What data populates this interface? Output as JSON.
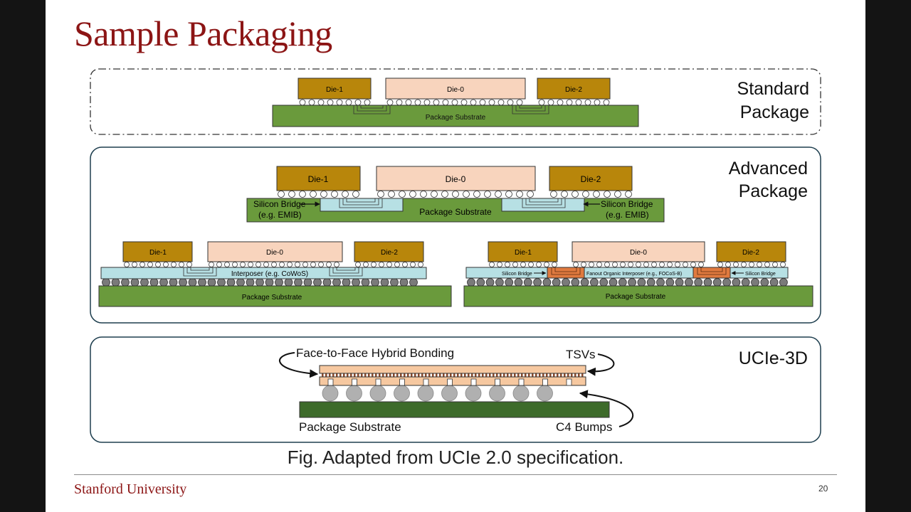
{
  "slide": {
    "title": "Sample Packaging",
    "caption": "Fig. Adapted from UCIe 2.0 specification.",
    "footer_org": "Stanford University",
    "page_number": "20"
  },
  "colors": {
    "die_dark": "#b8860b",
    "die_light": "#f8d4bd",
    "substrate": "#6a9a3c",
    "interposer": "#b7e0e4",
    "fanout": "#e07a3f",
    "title": "#8c1515"
  },
  "standard": {
    "label_line1": "Standard",
    "label_line2": "Package",
    "die1": "Die-1",
    "die0": "Die-0",
    "die2": "Die-2",
    "substrate": "Package Substrate"
  },
  "advanced": {
    "label_line1": "Advanced",
    "label_line2": "Package",
    "top": {
      "die1": "Die-1",
      "die0": "Die-0",
      "die2": "Die-2",
      "substrate": "Package Substrate",
      "bridge_left_line1": "Silicon Bridge",
      "bridge_left_line2": "(e.g. EMIB)",
      "bridge_right_line1": "Silicon Bridge",
      "bridge_right_line2": "(e.g. EMIB)"
    },
    "left": {
      "die1": "Die-1",
      "die0": "Die-0",
      "die2": "Die-2",
      "interposer": "Interposer (e.g. CoWoS)",
      "substrate": "Package Substrate"
    },
    "right": {
      "die1": "Die-1",
      "die0": "Die-0",
      "die2": "Die-2",
      "bridge_left": "Silicon Bridge",
      "interposer": "Fanout Organic Interposer (e.g., FOCoS-B)",
      "bridge_right": "Silicon Bridge",
      "substrate": "Package Substrate"
    }
  },
  "ucie3d": {
    "label": "UCIe-3D",
    "hybrid_bonding": "Face-to-Face Hybrid Bonding",
    "tsvs": "TSVs",
    "substrate": "Package Substrate",
    "c4": "C4 Bumps"
  }
}
